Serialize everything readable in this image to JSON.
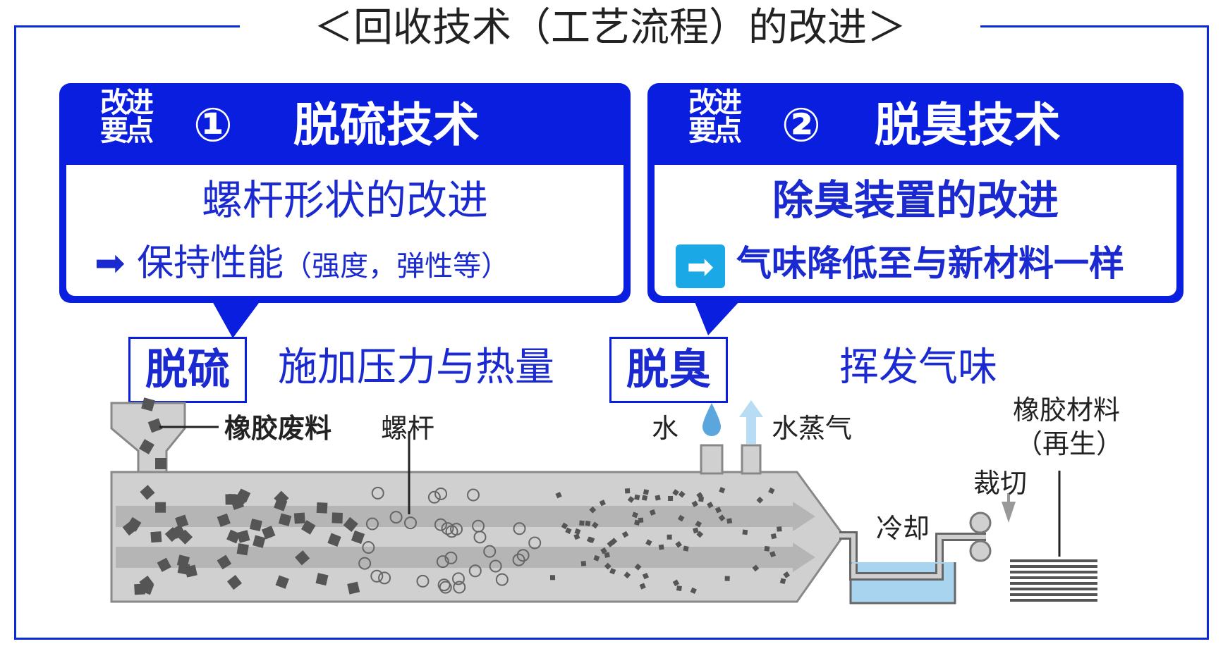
{
  "title": "＜回收技术（工艺流程）的改进＞",
  "panel1": {
    "label": "改进要点",
    "number": "①",
    "title": "脱硫技术",
    "subtitle": "螺杆形状的改进",
    "result_arrow": "➡",
    "result_main": "保持性能",
    "result_detail": "（强度，弹性等）"
  },
  "panel2": {
    "label": "改进要点",
    "number": "②",
    "title": "脱臭技术",
    "subtitle": "除臭装置的改进",
    "result_arrow": "➡",
    "result_main": "气味降低至与新材料一样"
  },
  "stage1": {
    "label": "脱硫",
    "desc": "施加压力与热量"
  },
  "stage2": {
    "label": "脱臭",
    "desc": "挥发气味"
  },
  "parts": {
    "waste": "橡胶废料",
    "screw": "螺杆",
    "water": "水",
    "steam": "水蒸气",
    "cooling": "冷却",
    "cutting": "裁切",
    "product_line1": "橡胶材料",
    "product_line2": "（再生）"
  },
  "colors": {
    "blue": "#0a1ee0",
    "text_blue": "#1a2ad0",
    "accent": "#1aa8e6",
    "machine_gray": "#d0d0d0",
    "water": "#a8d4f0"
  },
  "icons": [
    "droplet-icon",
    "steam-arrow-icon",
    "arrow-right-icon"
  ]
}
